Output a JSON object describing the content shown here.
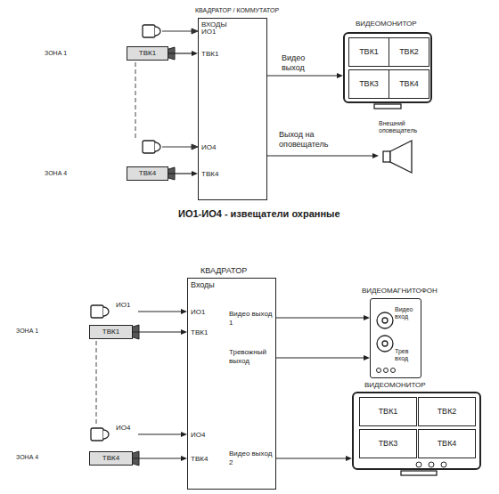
{
  "diagram": {
    "caption": "ИО1-ИО4 - извещатели охранные",
    "nodes": [
      {
        "text": [
          "КВАДРАТОР / КОММУТАТОР",
          "ВХОДЫ",
          "ИО1",
          "ТВК1",
          "ИО4",
          "ТВК4"
        ]
      },
      {
        "text": [
          "ТВК1"
        ]
      },
      {
        "text": [
          "ТВК4"
        ]
      },
      {
        "text": [
          "ВИДЕОМОНИТОР"
        ]
      },
      {
        "text": [
          "ТВК1"
        ],
        "in": 3
      },
      {
        "text": [
          "ТВК2"
        ],
        "in": 3
      },
      {
        "text": [
          "ТВК3"
        ],
        "in": 3
      },
      {
        "text": [
          "ТВК4"
        ],
        "in": 3
      },
      {
        "text": [
          "Внешний оповещатель"
        ]
      },
      {
        "text": [
          "КВАДРАТОР",
          "Входы",
          "ИО1",
          "ТВК1",
          "ИО4",
          "ТВК4",
          "Видео выход 1",
          "Тревожный выход",
          "Видео выход 2"
        ]
      },
      {
        "text": [
          "ИО1"
        ]
      },
      {
        "text": [
          "ТВК1"
        ]
      },
      {
        "text": [
          "ИО4"
        ]
      },
      {
        "text": [
          "ТВК4"
        ]
      },
      {
        "text": [
          "ВИДЕОМАГНИТОФОН",
          "Видео вход",
          "Трев вход"
        ]
      },
      {
        "text": [
          "ВИДЕОМОНИТОР"
        ]
      },
      {
        "text": [
          "ТВК1"
        ],
        "in": 15
      },
      {
        "text": [
          "ТВК2"
        ],
        "in": 15
      },
      {
        "text": [
          "ТВК3"
        ],
        "in": 15
      },
      {
        "text": [
          "ТВК4"
        ],
        "in": 15
      }
    ],
    "edges": [
      {
        "from": 1,
        "to": 0,
        "arrow": "to"
      },
      {
        "from": 2,
        "to": 0,
        "arrow": "to"
      },
      {
        "from": 0,
        "to": 3,
        "label": "Видео выход",
        "arrow": "to"
      },
      {
        "from": 0,
        "to": 8,
        "label": "Выход на оповещатель",
        "arrow": "to"
      },
      {
        "from": 10,
        "to": 9,
        "arrow": "to"
      },
      {
        "from": 11,
        "to": 9,
        "arrow": "to"
      },
      {
        "from": 12,
        "to": 9,
        "arrow": "to"
      },
      {
        "from": 13,
        "to": 9,
        "arrow": "to"
      },
      {
        "from": 9,
        "to": 14,
        "arrow": "to"
      },
      {
        "from": 9,
        "to": 14,
        "arrow": "to"
      },
      {
        "from": 9,
        "to": 15,
        "arrow": "to"
      }
    ],
    "labels": [
      "ЗОНА 1",
      "ЗОНА 4",
      "ЗОНА 1",
      "ЗОНА 4"
    ]
  }
}
